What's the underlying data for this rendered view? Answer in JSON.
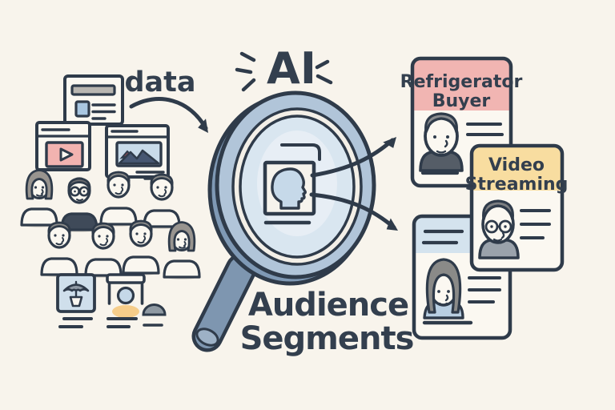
{
  "scene": {
    "description": "Hand-drawn illustration: user data flows into an AI magnifying glass which outputs audience segment cards"
  },
  "labels": {
    "data": "data",
    "ai": "AI",
    "audience_line1": "Audience",
    "audience_line2": "Segments"
  },
  "cards": {
    "refrigerator": {
      "title_line1": "Refrigerator",
      "title_line2": "Buyer",
      "header_color": "#f1b5b2"
    },
    "video": {
      "title_line1": "Video",
      "title_line2": "Streaming",
      "header_color": "#f8dda0"
    },
    "profile": {
      "title_line1": "",
      "title_line2": "",
      "header_color": "#d4e3ee"
    }
  },
  "icons": {
    "sources": [
      "article-document-icon",
      "video-page-icon",
      "image-page-icon"
    ],
    "crowd_people_count": 8,
    "content_cards": [
      "umbrella-photo-card-icon",
      "user-avatar-card-icon",
      "mound-icon"
    ],
    "center": "magnifying-glass-icon"
  },
  "colors": {
    "background": "#f8f4ec",
    "ink": "#2f3b4a",
    "text": "#333f4e",
    "pink_header": "#f1b5b2",
    "yellow_header": "#f8dda0",
    "blue_header": "#d4e3ee",
    "lens_blue": "#d9e6f0",
    "ring_blue": "#b1c5d9",
    "handle_blue": "#7e96b0",
    "video_thumb_pink": "#f2b3b0",
    "image_thumb_blue": "#c9dbe9",
    "avatar_yellow": "#f6cd8a"
  }
}
